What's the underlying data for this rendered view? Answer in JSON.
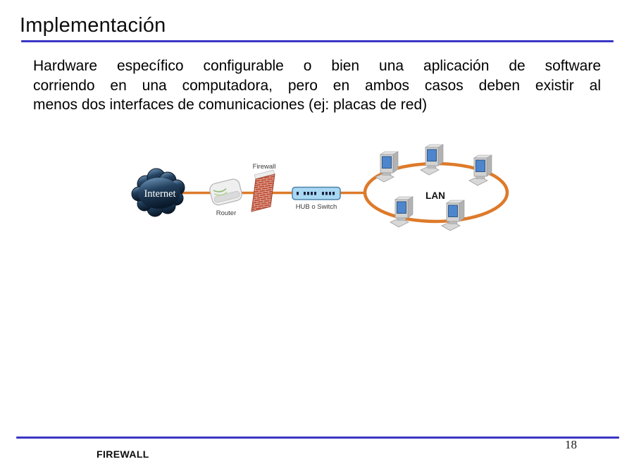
{
  "slide": {
    "title": "Implementación",
    "body": {
      "line1": "Hardware específico configurable o bien una aplicación de software",
      "line2": "corriendo en  una computadora, pero en ambos casos deben existir al",
      "line3": "menos dos interfaces de comunicaciones (ej: placas de red)"
    },
    "footer": {
      "label": "FIREWALL",
      "page_number": "18"
    }
  },
  "diagram": {
    "nodes": {
      "internet": "Internet",
      "router": "Router",
      "firewall": "Firewall",
      "hub": "HUB o Switch",
      "lan": "LAN"
    },
    "colors": {
      "accent_rule_blue": "#3a36c4",
      "connection_orange": "#dd7a2a",
      "hub_fill": "#a9d8f3",
      "hub_border": "#4d82a8",
      "cloud_dark_blue": "#12263c",
      "brick_red": "#bf4f38",
      "screen_blue": "#4d86cc"
    }
  }
}
